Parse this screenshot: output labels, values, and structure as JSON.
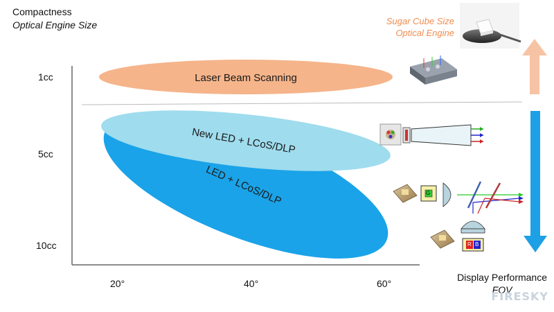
{
  "y_axis": {
    "title_line1": "Compactness",
    "title_line2": "Optical Engine Size",
    "ticks": [
      "1cc",
      "5cc",
      "10cc"
    ]
  },
  "x_axis": {
    "title_line1": "Display Performance",
    "title_line2": "FOV",
    "ticks": [
      "20°",
      "40°",
      "60°"
    ]
  },
  "regions": {
    "laser": "Laser Beam Scanning",
    "new_led": "New LED + LCoS/DLP",
    "led": "LED + LCoS/DLP"
  },
  "sugar_cube": {
    "line1": "Sugar Cube Size",
    "line2": "Optical Engine"
  },
  "chip_labels": {
    "g": "G",
    "r": "R",
    "b": "B"
  },
  "watermark": "FIRESKY",
  "colors": {
    "laser": "#f5b48a",
    "new_led": "#9fdcee",
    "led": "#1aa3e8",
    "arrow_up": "#f6c4a5",
    "arrow_down": "#1ea0e6",
    "sugar_text": "#f08c4c"
  }
}
